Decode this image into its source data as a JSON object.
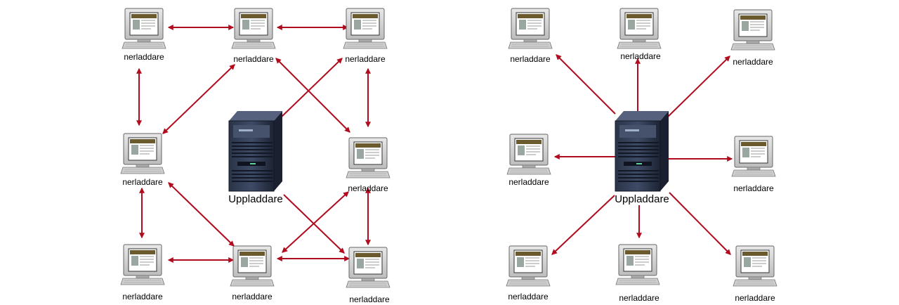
{
  "diagram": {
    "left": {
      "uploader_label": "Uppladdare",
      "nodes": [
        {
          "label": "nerladdare"
        },
        {
          "label": "nerladdare"
        },
        {
          "label": "nerladdare"
        },
        {
          "label": "nerladdare"
        },
        {
          "label": "nerladdare"
        },
        {
          "label": "nerladdare"
        },
        {
          "label": "nerladdare"
        },
        {
          "label": "nerladdare"
        }
      ]
    },
    "right": {
      "uploader_label": "Uppladdare",
      "nodes": [
        {
          "label": "nerladdare"
        },
        {
          "label": "nerladdare"
        },
        {
          "label": "nerladdare"
        },
        {
          "label": "nerladdare"
        },
        {
          "label": "nerladdare"
        },
        {
          "label": "nerladdare"
        },
        {
          "label": "nerladdare"
        },
        {
          "label": "nerladdare"
        }
      ]
    },
    "arrow_color": "#b00c1e"
  }
}
